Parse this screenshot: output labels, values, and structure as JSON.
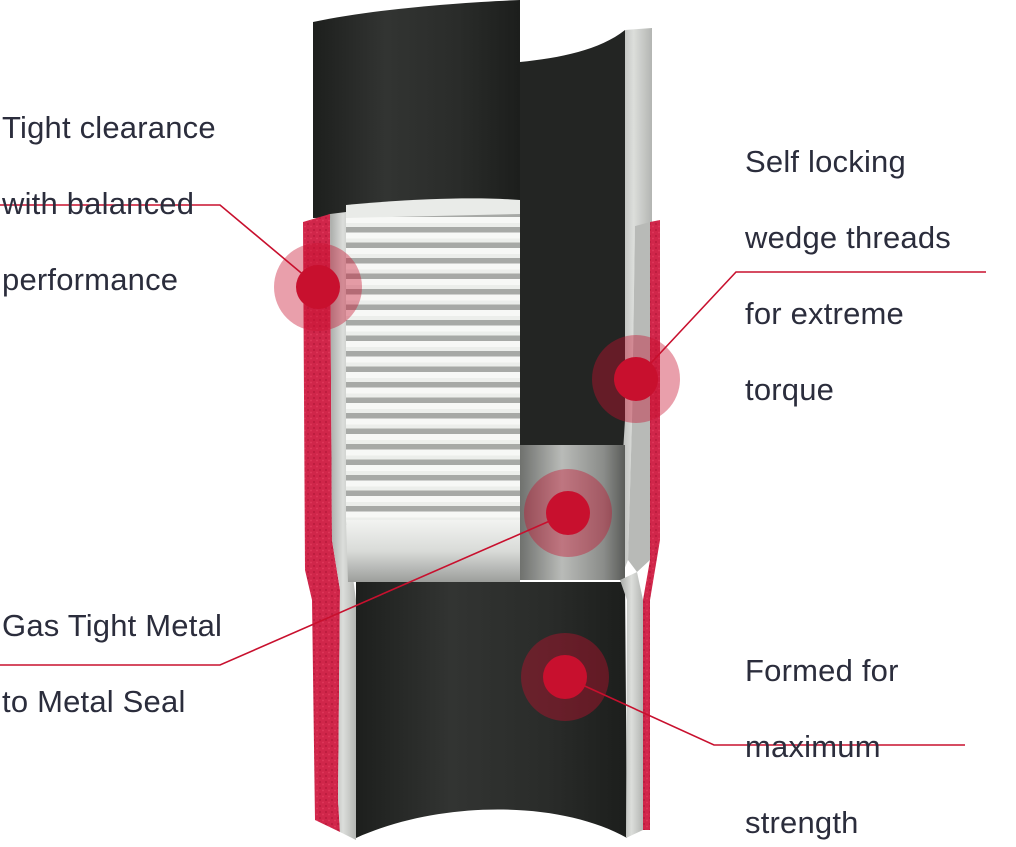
{
  "colors": {
    "accent": "#c8102e",
    "text": "#2b2d3c",
    "pipe_dark": "#2a2c2a",
    "steel": "#c9cbc8",
    "coating_red": "#cf2347"
  },
  "callouts": [
    {
      "id": "tight-clearance",
      "lines": [
        "Tight clearance",
        "with balanced",
        "performance"
      ]
    },
    {
      "id": "self-locking",
      "lines": [
        "Self locking",
        "wedge threads",
        "for extreme",
        "torque"
      ]
    },
    {
      "id": "gas-tight",
      "lines": [
        "Gas Tight Metal",
        "to Metal Seal"
      ]
    },
    {
      "id": "formed",
      "lines": [
        "Formed for",
        "maximum",
        "strength"
      ]
    }
  ]
}
